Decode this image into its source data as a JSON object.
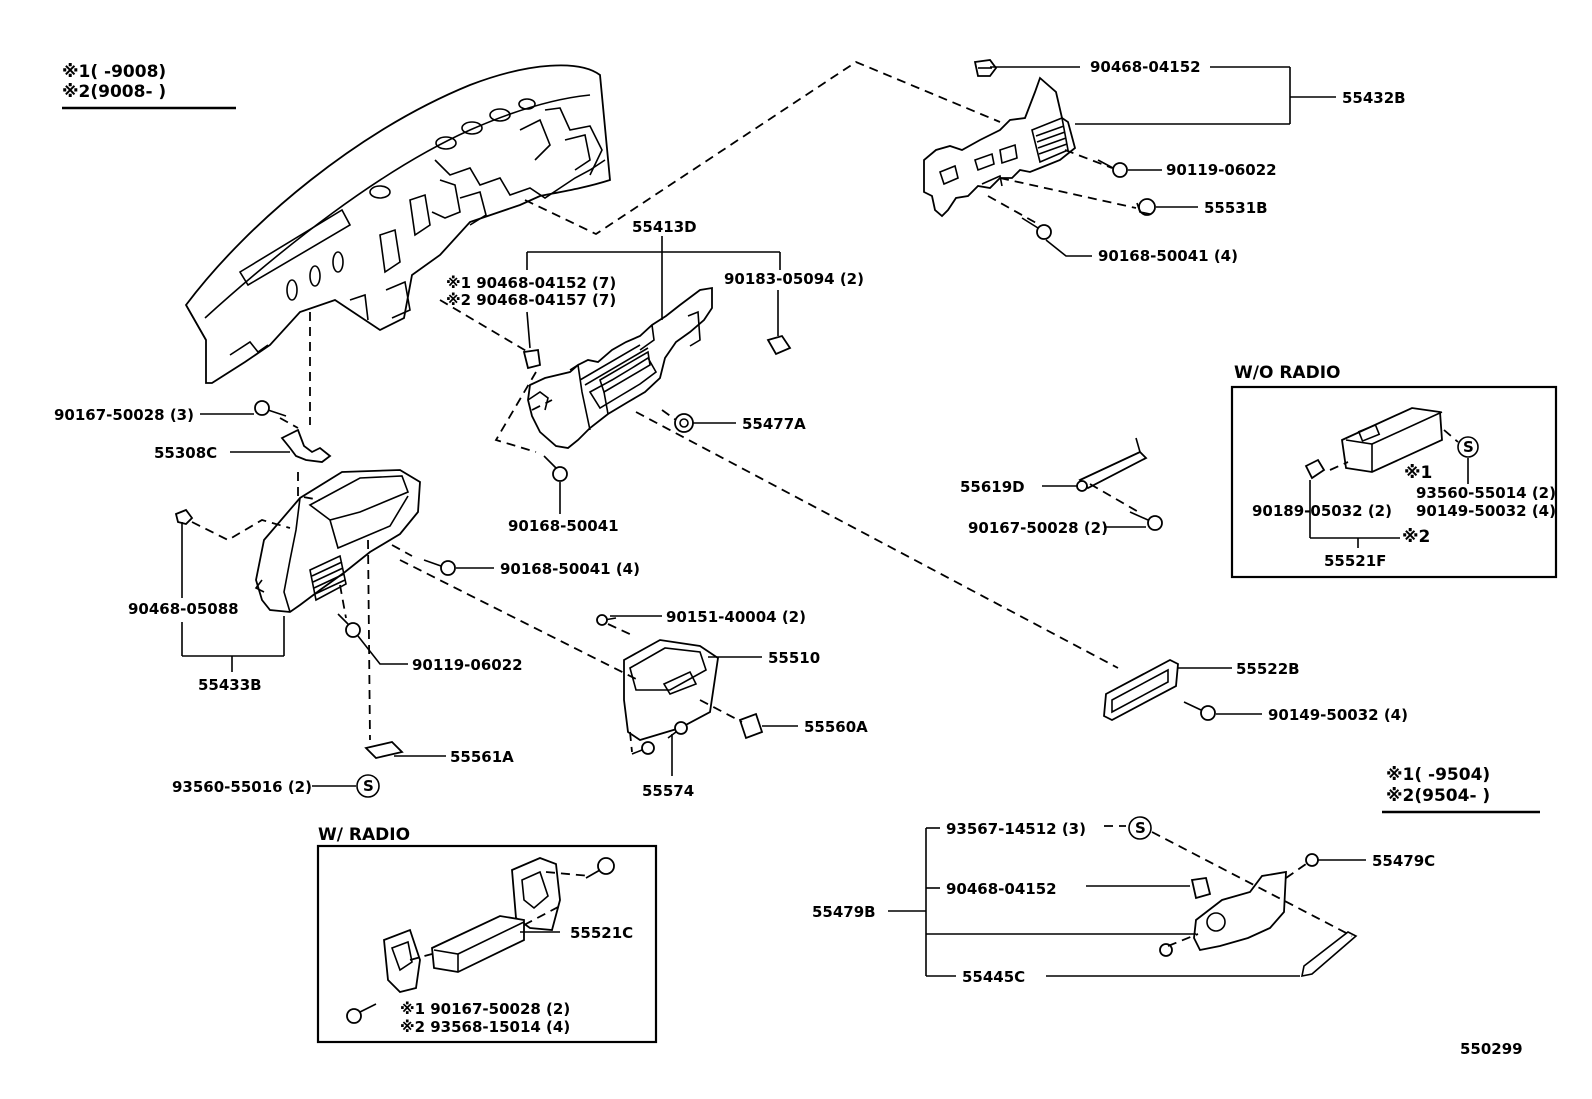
{
  "diagram_id": "550299",
  "notes_top_left": {
    "line1": "※1(      -9008)",
    "line2": "※2(9008-        )"
  },
  "notes_right": {
    "line1": "※1(      -9504)",
    "line2": "※2(9504-      )"
  },
  "boxes": {
    "wo_radio": "W/O RADIO",
    "w_radio": "W/ RADIO"
  },
  "labels": {
    "p_90468_04152_top": "90468-04152",
    "p_55432B": "55432B",
    "p_90119_06022_top": "90119-06022",
    "p_55531B": "55531B",
    "p_90168_50041_4_top": "90168-50041 (4)",
    "p_55413D": "55413D",
    "p_s1_90468_04152_7": "※1 90468-04152 (7)",
    "p_s2_90468_04157_7": "※2 90468-04157 (7)",
    "p_90183_05094_2": "90183-05094 (2)",
    "p_90167_50028_3": "90167-50028 (3)",
    "p_55308C": "55308C",
    "p_55477A": "55477A",
    "p_90168_50041": "90168-50041",
    "p_55619D": "55619D",
    "p_90167_50028_2": "90167-50028 (2)",
    "p_wo_93560_55014_2": "93560-55014 (2)",
    "p_wo_90149_50032_4": "90149-50032 (4)",
    "p_wo_90189_05032_2": "90189-05032 (2)",
    "p_wo_s1": "※1",
    "p_wo_s2": "※2",
    "p_55521F": "55521F",
    "p_90468_05088": "90468-05088",
    "p_55433B": "55433B",
    "p_90168_50041_4_mid": "90168-50041 (4)",
    "p_90119_06022_mid": "90119-06022",
    "p_90151_40004_2": "90151-40004 (2)",
    "p_55510": "55510",
    "p_55522B": "55522B",
    "p_90149_50032_4": "90149-50032 (4)",
    "p_55560A": "55560A",
    "p_55574": "55574",
    "p_55561A": "55561A",
    "p_93560_55016_2": "93560-55016 (2)",
    "p_93567_14512_3": "93567-14512 (3)",
    "p_90468_04152_bot": "90468-04152",
    "p_55479B": "55479B",
    "p_55445C": "55445C",
    "p_55479C": "55479C",
    "p_55521C": "55521C",
    "p_wr_s1_90167_50028_2": "※1 90167-50028 (2)",
    "p_wr_s2_93568_15014_4": "※2 93568-15014 (4)"
  },
  "symbols": {
    "s_mark": "S"
  }
}
